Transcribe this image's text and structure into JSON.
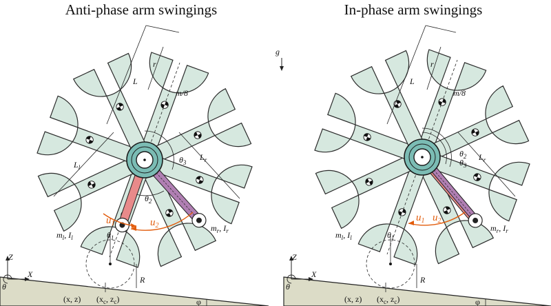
{
  "panels": [
    {
      "title": "Anti-phase arm swingings",
      "labels": {
        "L": "L",
        "r": "r",
        "m8": "m/8",
        "Ll": "L",
        "Ll_sub": "l",
        "Lr": "L",
        "Lr_sub": "r",
        "theta3": "θ",
        "theta3_sub": "3",
        "theta2": "θ",
        "theta2_sub": "2",
        "theta1": "θ",
        "theta1_sub": "1",
        "u1": "u",
        "u1_sub": "1",
        "u2": "u",
        "u2_sub": "2",
        "ml": "m",
        "ml_sub": "l",
        "Il": ", I",
        "Il_sub": "l",
        "mr": "m",
        "mr_sub": "r",
        "Ir": ", I",
        "Ir_sub": "r",
        "R": "R",
        "xz": "(x, z)",
        "xc": "(x",
        "xc_sub": "c",
        "xc_mid": ", z",
        "xc_sub2": "c",
        "xc_end": ")",
        "Z": "Z",
        "X": "X",
        "theta": "θ",
        "phi": "φ"
      },
      "left_arm_color": "#e88a8a",
      "right_arm_color": "#b07fb3"
    },
    {
      "title": "In-phase arm swingings",
      "labels": {
        "L": "L",
        "r": "r",
        "m8": "m/8",
        "Lr": "L",
        "Lr_sub": "r",
        "theta2": "θ",
        "theta2_sub": "2",
        "theta3": "θ",
        "theta3_sub": "3",
        "theta1": "θ",
        "theta1_sub": "1",
        "u1": "u",
        "u1_sub": "1",
        "u2": "u",
        "u2_sub": "2",
        "ml": "m",
        "ml_sub": "l",
        "Il": ", I",
        "Il_sub": "l",
        "mr": "m",
        "mr_sub": "r",
        "Ir": ", I",
        "Ir_sub": "r",
        "R": "R",
        "xz": "(x, z)",
        "xc": "(x",
        "xc_sub": "c",
        "xc_mid": ", z",
        "xc_sub2": "c",
        "xc_end": ")",
        "Z": "Z",
        "X": "X",
        "theta": "θ",
        "phi": "φ"
      },
      "left_arm_color": "#e88a8a",
      "right_arm_color": "#b07fb3"
    }
  ],
  "gravity_label": "g",
  "colors": {
    "spoke": "#d6e8df",
    "hub": "#7bbcb4",
    "control": "#e25c0c",
    "ground": "#dcdcc7"
  }
}
